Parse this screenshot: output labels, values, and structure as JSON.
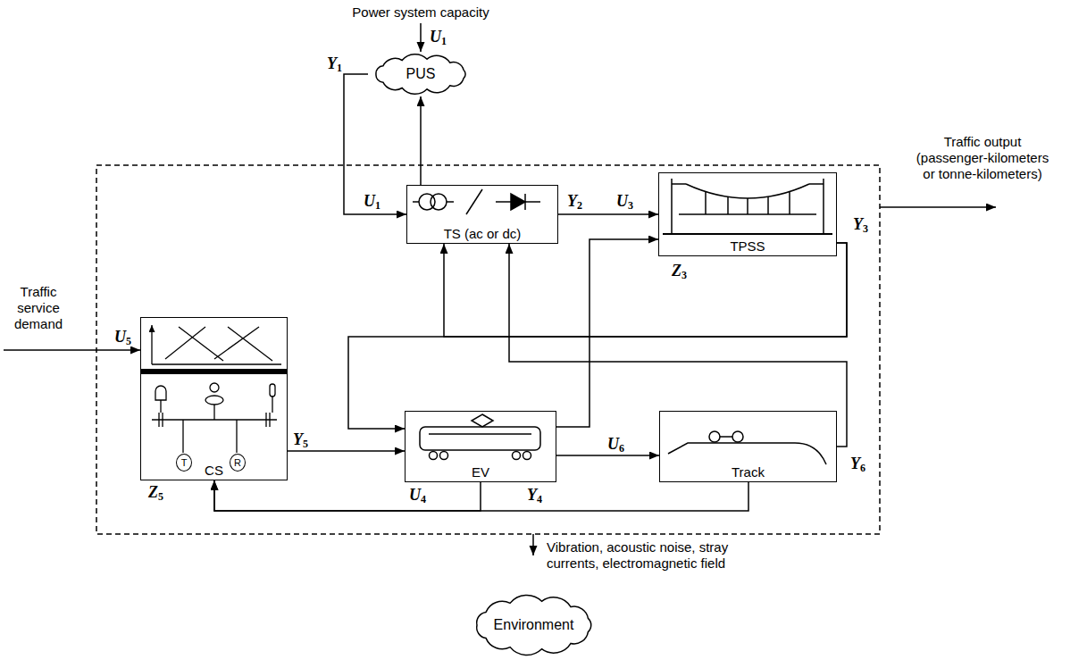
{
  "diagram": {
    "nodes": [
      {
        "text": [
          "PUS"
        ]
      },
      {
        "text": [
          "TS (ac or dc)"
        ]
      },
      {
        "text": [
          "TPSS"
        ]
      },
      {
        "text": [
          "CS"
        ]
      },
      {
        "text": [
          "T"
        ],
        "in": 3
      },
      {
        "text": [
          "R"
        ],
        "in": 3
      },
      {
        "text": [
          "EV"
        ]
      },
      {
        "text": [
          "Track"
        ]
      },
      {
        "text": [
          "Environment"
        ]
      }
    ],
    "edges": [
      {
        "from": 0,
        "to": 1,
        "arrow": "to"
      },
      {
        "from": 1,
        "to": 0,
        "arrow": "to"
      },
      {
        "from": 1,
        "to": 2,
        "arrow": "to"
      },
      {
        "from": 2,
        "to": 6,
        "arrow": "to"
      },
      {
        "from": 2,
        "to": 1,
        "arrow": "to"
      },
      {
        "from": 6,
        "to": 2,
        "arrow": "to"
      },
      {
        "from": 7,
        "to": 1,
        "arrow": "to"
      },
      {
        "from": 3,
        "to": 6,
        "arrow": "to"
      },
      {
        "from": 6,
        "to": 7,
        "arrow": "to"
      },
      {
        "from": 6,
        "to": 3,
        "arrow": "to"
      },
      {
        "from": 7,
        "to": 3,
        "arrow": "to"
      }
    ],
    "labels": [
      "Power system capacity",
      "U1",
      "Y1",
      "U1",
      "Y2",
      "U3",
      "Y3",
      "Z3",
      "Traffic output (passenger-kilometers or tonne-kilometers)",
      "Traffic service demand",
      "U5",
      "Y5",
      "U4",
      "Y4",
      "U6",
      "Y6",
      "Z5",
      "Vibration, acoustic noise, stray currents, electromagnetic field"
    ]
  }
}
